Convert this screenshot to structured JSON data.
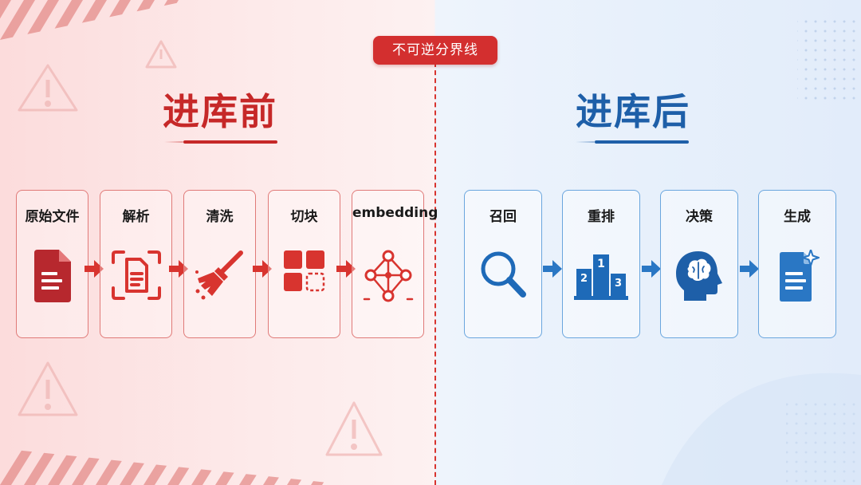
{
  "divider_label": "不可逆分界线",
  "before": {
    "title": "进库前",
    "color": "#c62828",
    "steps": [
      {
        "label": "原始文件",
        "icon": "document-icon"
      },
      {
        "label": "解析",
        "icon": "scan-document-icon"
      },
      {
        "label": "清洗",
        "icon": "broom-icon"
      },
      {
        "label": "切块",
        "icon": "blocks-icon"
      },
      {
        "label": "embedding",
        "icon": "network-icon"
      }
    ]
  },
  "after": {
    "title": "进库后",
    "color": "#1e5fa8",
    "steps": [
      {
        "label": "召回",
        "icon": "magnifier-icon"
      },
      {
        "label": "重排",
        "icon": "podium-icon",
        "ranks": [
          "1",
          "2",
          "3"
        ]
      },
      {
        "label": "决策",
        "icon": "brain-head-icon"
      },
      {
        "label": "生成",
        "icon": "generated-document-icon"
      }
    ]
  }
}
